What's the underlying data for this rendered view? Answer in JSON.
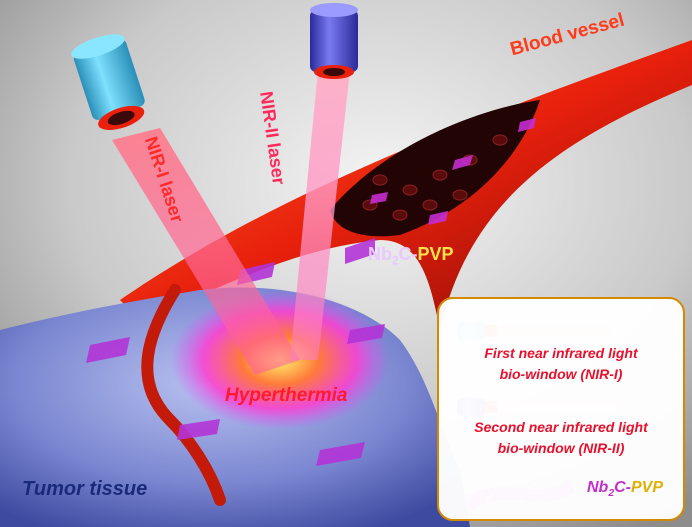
{
  "labels": {
    "blood_vessel": "Blood vessel",
    "nir1_laser": "NIR-I laser",
    "nir2_laser": "NIR-II laser",
    "nb2c_prefix": "Nb",
    "nb2c_sub": "2",
    "nb2c_mid": "C-",
    "nb2c_suffix": "PVP",
    "hyperthermia": "Hyperthermia",
    "tumor_tissue": "Tumor tissue"
  },
  "legend": {
    "nir1_line1": "First near infrared light",
    "nir1_line2": "bio-window  (NIR-I)",
    "nir2_line1": "Second near infrared light",
    "nir2_line2": "bio-window  (NIR-II)",
    "nb2c_prefix": "Nb",
    "nb2c_sub": "2",
    "nb2c_mid": "C-",
    "nb2c_suffix": "PVP"
  },
  "colors": {
    "nir1_laser": "#4fc3e6",
    "nir2_laser": "#4a4ad6",
    "beam_nir1": "#ff8a9c",
    "beam_nir2": "#ff9ec0",
    "vessel": "#e8200c",
    "tumor": "#7a86d0",
    "nanosheet": "#c42ecf",
    "legend_border": "#d48a00",
    "legend_text": "#e8112d"
  }
}
